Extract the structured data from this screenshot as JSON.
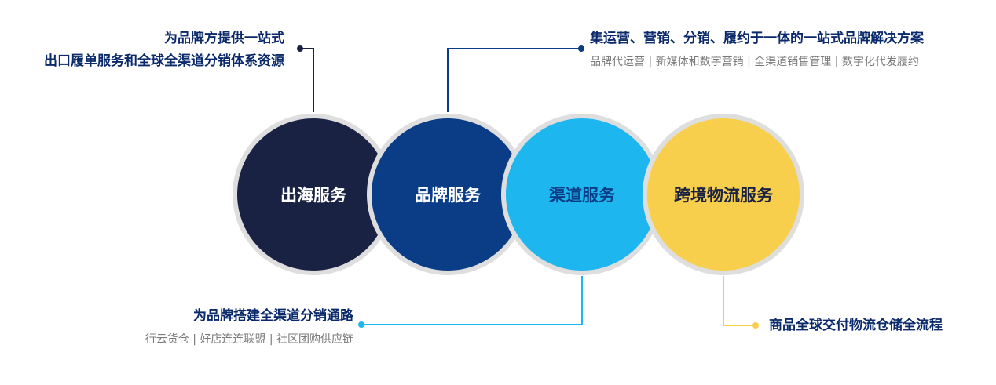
{
  "services": [
    {
      "label": "出海服务",
      "fill": "#1a2244",
      "text_color": "#ffffff"
    },
    {
      "label": "品牌服务",
      "fill": "#0b3d87",
      "text_color": "#ffffff"
    },
    {
      "label": "渠道服务",
      "fill": "#1eb6ee",
      "text_color": "#0b3d87"
    },
    {
      "label": "跨境物流服务",
      "fill": "#f8cf4c",
      "text_color": "#1a2244"
    }
  ],
  "ring_color": "#dedede",
  "callouts": {
    "overseas": {
      "line1": "为品牌方提供一站式",
      "line2": "出口履单服务和全球全渠道分销体系资源",
      "color": "#0b2a6b"
    },
    "brand": {
      "title": "集运营、营销、分销、履约于一体的一站式品牌解决方案",
      "desc": "品牌代运营 | 新媒体和数字营销 | 全渠道销售管理 | 数字化代发履约",
      "color": "#0b2a6b"
    },
    "channel": {
      "title": "为品牌搭建全渠道分销通路",
      "desc": "行云货仓 | 好店连连联盟 | 社区团购供应链",
      "color": "#1eb6ee"
    },
    "logistics": {
      "title": "商品全球交付物流仓储全流程",
      "color": "#f8cf4c"
    }
  }
}
